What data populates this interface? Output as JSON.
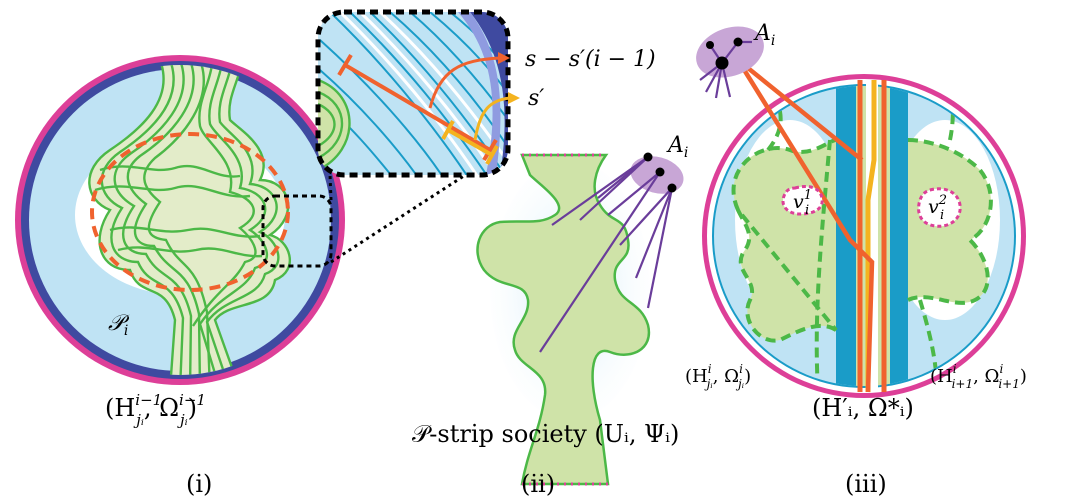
{
  "labels": {
    "s_minus": "s − s′(i − 1)",
    "s_prime": "s′",
    "A_ii": "A",
    "A_ii_sub": "i",
    "A_iii": "A",
    "A_iii_sub": "i",
    "P_i": "𝒫",
    "P_i_sub": "i",
    "v1": "v",
    "v1_sup": "1",
    "v1_sub": "i",
    "v2": "v",
    "v2_sup": "2",
    "v2_sub": "i",
    "cap_i": "(H",
    "cap_i_sup": "i−1",
    "cap_i_sub": "jᵢ",
    "cap_i_mid": ", Ω",
    "cap_i_sup2": "i−1",
    "cap_i_sub2": "jᵢ",
    "cap_i_end": ")",
    "cap_ii": "𝒫-strip society (Uᵢ, Ψᵢ)",
    "cap_iii": "(H′ᵢ, Ω*ᵢ)",
    "small_left": "(H",
    "small_left_sup": "i",
    "small_left_sub": "jᵢ",
    "small_left_mid": ", Ω",
    "small_left_sup2": "i",
    "small_left_sub2": "jᵢ",
    "small_left_end": ")",
    "small_right": "(H",
    "small_right_sup": "i",
    "small_right_sub": "i+1",
    "small_right_mid": ", Ω",
    "small_right_sup2": "i",
    "small_right_sub2": "i+1",
    "small_right_end": ")",
    "panel_i": "(i)",
    "panel_ii": "(ii)",
    "panel_iii": "(iii)"
  },
  "colors": {
    "magenta": "#dd3f98",
    "navy": "#3f4aa0",
    "light_blue": "#bfe3f4",
    "cyan": "#1a9cc8",
    "green": "#4cb847",
    "light_green": "#cfe3a8",
    "orange": "#f0622e",
    "yellow": "#f4b31f",
    "purple": "#6a3d9a",
    "lavender": "#c8a6d6"
  }
}
